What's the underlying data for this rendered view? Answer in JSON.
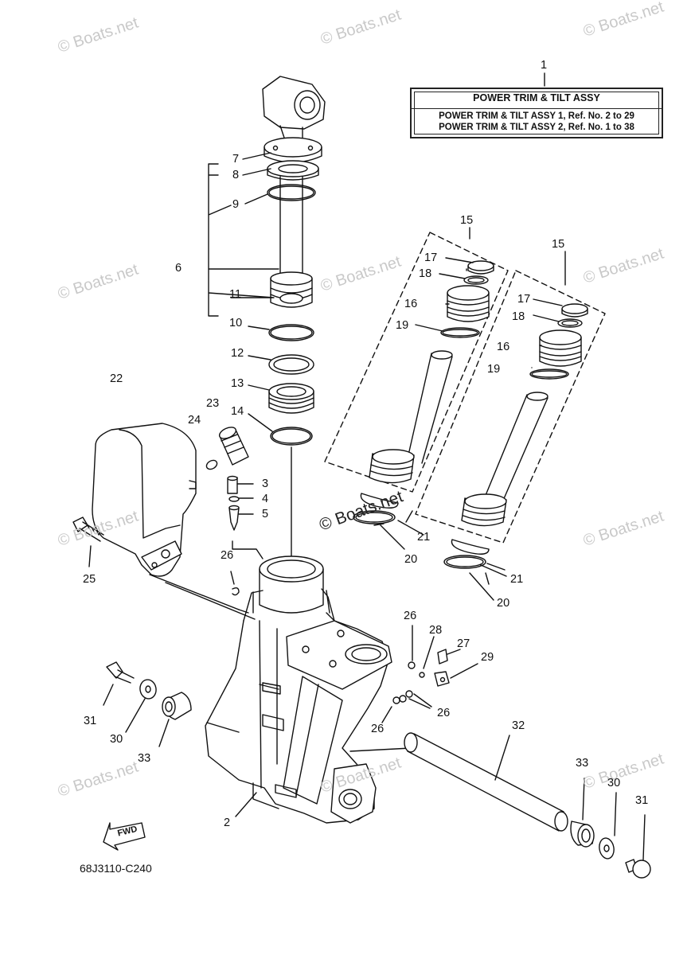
{
  "title_box": {
    "heading": "POWER TRIM & TILT ASSY",
    "line1": "POWER TRIM & TILT ASSY 1,  Ref. No. 2 to 29",
    "line2": "POWER TRIM & TILT ASSY 2,  Ref. No. 1 to 38"
  },
  "watermark": "© Boats.net",
  "diagram_code": "68J3110-C240",
  "fwd_label": "FWD",
  "callouts": {
    "c1": "1",
    "c2": "2",
    "c3": "3",
    "c4": "4",
    "c5": "5",
    "c6": "6",
    "c7": "7",
    "c8": "8",
    "c9": "9",
    "c10": "10",
    "c11": "11",
    "c12": "12",
    "c13": "13",
    "c14": "14",
    "c15a": "15",
    "c15b": "15",
    "c16a": "16",
    "c16b": "16",
    "c17a": "17",
    "c17b": "17",
    "c18a": "18",
    "c18b": "18",
    "c19a": "19",
    "c19b": "19",
    "c20a": "20",
    "c20b": "20",
    "c21a": "21",
    "c21b": "21",
    "c22": "22",
    "c23": "23",
    "c24": "24",
    "c25": "25",
    "c26a": "26",
    "c26b": "26",
    "c26c": "26",
    "c26d": "26",
    "c27": "27",
    "c28": "28",
    "c29": "29",
    "c30a": "30",
    "c30b": "30",
    "c31a": "31",
    "c31b": "31",
    "c32": "32",
    "c33a": "33",
    "c33b": "33"
  }
}
